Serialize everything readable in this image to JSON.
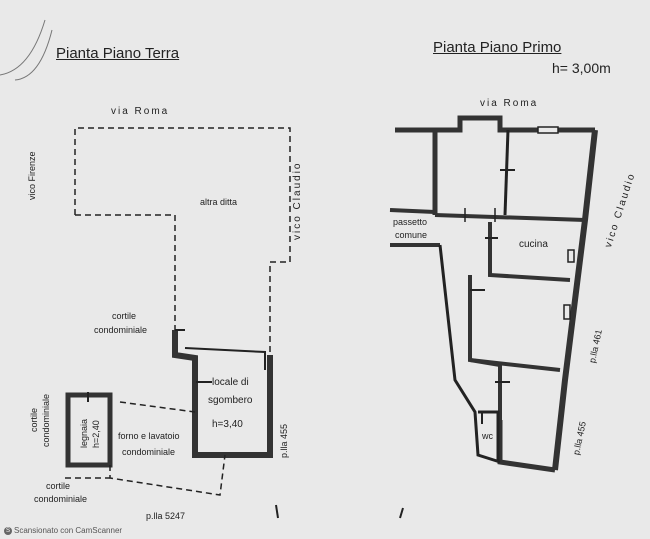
{
  "ground_floor": {
    "title": "Pianta Piano Terra",
    "street_top": "via Roma",
    "street_left": "vico Firenze",
    "street_right": "vico Claudio",
    "area_other": "altra ditta",
    "courtyard_1_line1": "cortile",
    "courtyard_1_line2": "condominiale",
    "courtyard_2_line1": "cortile",
    "courtyard_2_line2": "condominiale",
    "courtyard_3_line1": "cortile",
    "courtyard_3_line2": "condominiale",
    "woodshed_line1": "legnaia",
    "woodshed_line2": "h=2,40",
    "oven_line1": "forno e lavatoio",
    "oven_line2": "condominiale",
    "storage_line1": "locale di",
    "storage_line2": "sgombero",
    "storage_height": "h=3,40",
    "parcel_right": "p.lla 455",
    "parcel_bottom": "p.lla 5247"
  },
  "first_floor": {
    "title": "Pianta Piano Primo",
    "height": "h= 3,00m",
    "street_top": "via Roma",
    "street_right": "vico Claudio",
    "passage_line1": "passetto",
    "passage_line2": "comune",
    "kitchen": "cucina",
    "wc": "wc",
    "parcel_top": "p.lla 461",
    "parcel_bottom": "p.lla 455"
  },
  "footer": {
    "scanner_note": "Scansionato con CamScanner"
  }
}
